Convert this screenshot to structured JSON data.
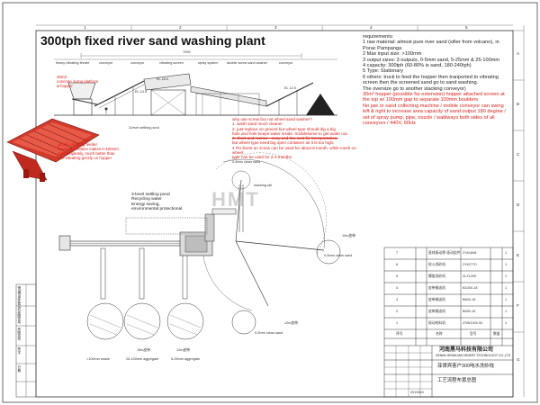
{
  "title": "300tph fixed river sand washing plant",
  "grid": {
    "col_numbers": [
      "1",
      "2",
      "3",
      "4",
      "5"
    ],
    "row_letters": [
      "A",
      "B",
      "C",
      "D",
      "E",
      "F",
      "G"
    ]
  },
  "requirements": {
    "heading": "requirements:",
    "lines": [
      "1 raw material: almost pure river sand (silter from volcano), in Porac Pampanga",
      "2 Max input size: >100mm",
      "3 output sizes: 3 outputs, 0-5mm sand, 5-25mm & 25-100mm",
      "4 capacity: 300tph  (60-80% is sand, 180-240tph)",
      "5 Type: Stationary",
      "6 others: truck to feed the hopper then tranported to vibrating screen then the screened sand go to sand washing.",
      "The oversize go to another stacking conveyor)",
      "30m³ hopper (possible for extension) hopper attached screen at the top w/ 100mm gap to separate 100mm boulders",
      "No jaw or sand collecting machine / mobile conveyor can swing left & right to increase area capacity of sand output  180 degree / set of spray pump, pipe, nozzle / walkways both sides of all conveyors / 440V, 60Hz"
    ]
  },
  "equipment_labels": [
    "heavy vibrating feeder",
    "conveyor",
    "conveyor",
    "vibrating screen",
    "spray system",
    "double screw sand washer",
    "conveyor"
  ],
  "notes": {
    "hopper": [
      "30m3",
      "concrete dump platform",
      "& hopper"
    ],
    "feeder": [
      "grizzly vibrating feeder",
      "frequent vibration makes 0-100mm",
      "not completely, much better than",
      "non-vibrating grizzly on hopper"
    ],
    "screw": [
      "why use screw but not wheel sand washer?",
      "1. wash sand much cleaner",
      "2. just replace on ground  but wheel type should dig a big",
      "hole and hole keeps water inside. troublesome to get water out.",
      "3. short and narrow - easy and low cost for transportation.",
      "but wheel type need big open container as it is too high.",
      "4 PU liners on screw can be used for about 8 month, while mesh on wheel",
      "type can be used for 2-3 months"
    ]
  },
  "diagram_labels": {
    "settling_pond_small": "3-level settling pond",
    "pond_title": "3-level settling pond",
    "pond_lines": [
      "Recycling water",
      "Energy saving,",
      "environmental protectional"
    ],
    "clean_sand_top": "0-5mm clean sand",
    "clean_sand_right": "0-5mm clean sand",
    "clean_sand_bottom": "0-5mm clean sand",
    "washing_rail": "washing rail",
    "out_waste": ">100mm waste",
    "out_25_100": "25-100mm aggregate",
    "out_5_25": "5-25mm aggregate",
    "pile_label_a": "15m皮带",
    "pile_label_b": "12m皮带",
    "pile_label_c": "12m皮带",
    "pile_label_d": "10m皮带",
    "dim_top": "7095",
    "elev_a": "EL.16.5",
    "elev_b": "EL.14.5",
    "elev_c": "EL.12.0"
  },
  "watermark": "HMT",
  "parts_table": {
    "rows": [
      {
        "no": "7",
        "name": "直线振动筛·驱动组件",
        "model": "2YA1848",
        "qty": "1"
      },
      {
        "no": "6",
        "name": "轮斗洗砂机",
        "model": "2YK2770",
        "qty": "1"
      },
      {
        "no": "5",
        "name": "螺旋洗砂机",
        "model": "2LX1200",
        "qty": "1"
      },
      {
        "no": "4",
        "name": "皮带输送机",
        "model": "B1000-18",
        "qty": "1"
      },
      {
        "no": "3",
        "name": "皮带输送机",
        "model": "B800-15",
        "qty": "1"
      },
      {
        "no": "2",
        "name": "皮带输送机",
        "model": "B650-15",
        "qty": "1"
      },
      {
        "no": "1",
        "name": "振动给料机",
        "model": "ZSW1300-50",
        "qty": "1"
      }
    ],
    "header": {
      "no": "序号",
      "name": "名称",
      "model": "型号",
      "qty": "数量"
    },
    "company": "河南黑马科技有限公司",
    "company_en": "HENAN HEIMA MACHINERY TECHNOLOGY CO.,LTD",
    "drawing_title": "菲律宾客户300吨水洗砂线",
    "drawing_sub": "工艺流程布置总图",
    "date": "2019/6/4"
  },
  "left_strip": [
    "借(通)用件登记",
    "旧底图总号",
    "底图总号",
    "签字",
    "日期"
  ]
}
